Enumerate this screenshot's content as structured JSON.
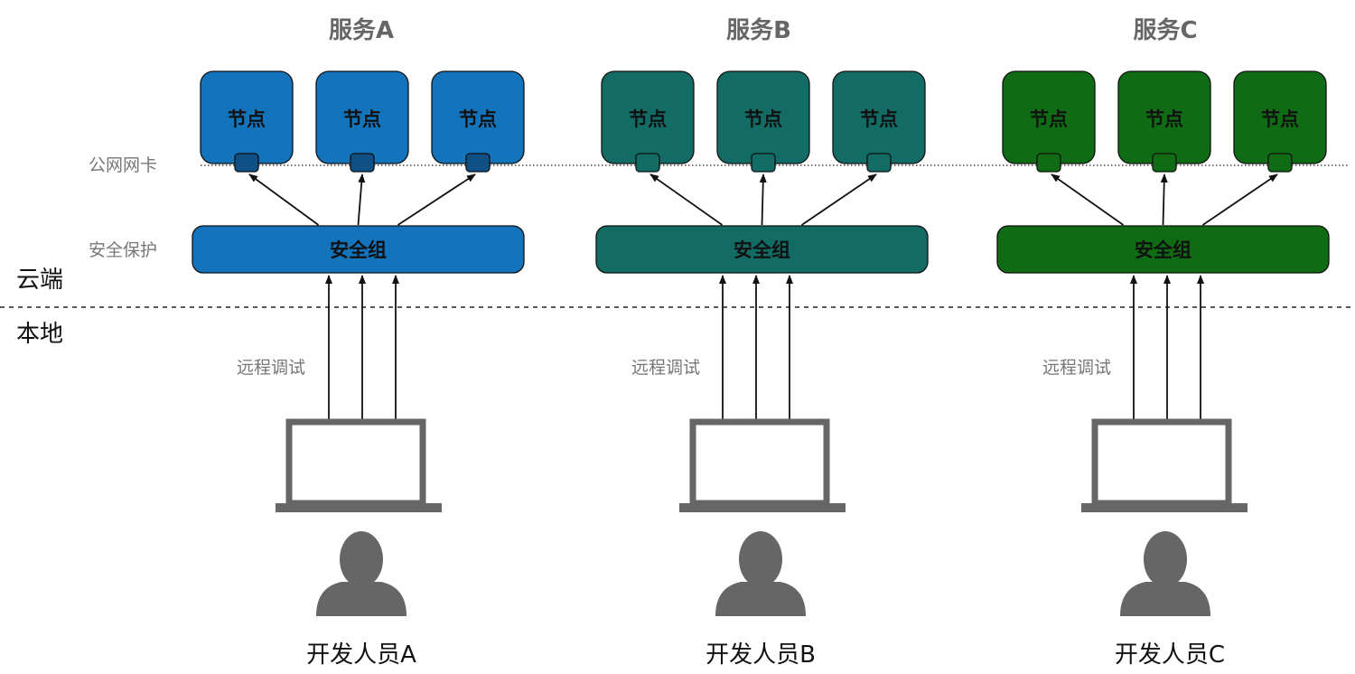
{
  "labels": {
    "public_nic": "公网网卡",
    "security_protection": "安全保护",
    "cloud": "云端",
    "local": "本地"
  },
  "colors": {
    "line": "#111111",
    "laptop": "#666666",
    "person": "#666666",
    "muted_text": "#777777"
  },
  "services": [
    {
      "title": "服务A",
      "node_label": "节点",
      "node_count": 3,
      "security_group": "安全组",
      "remote_debug": "远程调试",
      "developer": "开发人员A",
      "fill": "#1373bb",
      "nic_fill": "#0e4f86"
    },
    {
      "title": "服务B",
      "node_label": "节点",
      "node_count": 3,
      "security_group": "安全组",
      "remote_debug": "远程调试",
      "developer": "开发人员B",
      "fill": "#126b64",
      "nic_fill": "#126b64"
    },
    {
      "title": "服务C",
      "node_label": "节点",
      "node_count": 3,
      "security_group": "安全组",
      "remote_debug": "远程调试",
      "developer": "开发人员C",
      "fill": "#0f6b14",
      "nic_fill": "#0f6b14"
    }
  ]
}
